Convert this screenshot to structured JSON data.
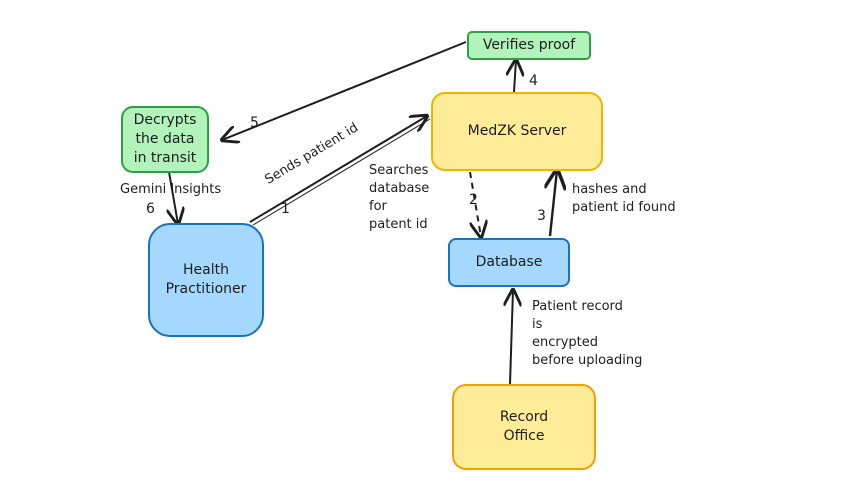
{
  "nodes": {
    "verifies_proof": "Verifies proof",
    "medzk_server": "MedZK Server",
    "decrypts": "Decrypts\nthe data\nin transit",
    "health_practitioner": "Health\nPractitioner",
    "database": "Database",
    "record_office": "Record\nOffice"
  },
  "edges": {
    "sends_patient_id": {
      "label": "Sends patient id",
      "step": "1"
    },
    "searches_database": {
      "label": "Searches\ndatabase\nfor\npatent id",
      "step": "2"
    },
    "hashes_found": {
      "label": "hashes and\npatient id found",
      "step": "3"
    },
    "verify_step": {
      "step": "4"
    },
    "decrypt_step": {
      "step": "5"
    },
    "gemini_insights": {
      "label": "Gemini Insights",
      "step": "6"
    },
    "patient_record": {
      "label": "Patient record\n is\nencrypted\nbefore uploading"
    }
  },
  "colors": {
    "green_fill": "#b2f2bb",
    "yellow_fill": "#ffec99",
    "blue_fill": "#a5d8ff",
    "stroke": "#1e1e1e"
  }
}
